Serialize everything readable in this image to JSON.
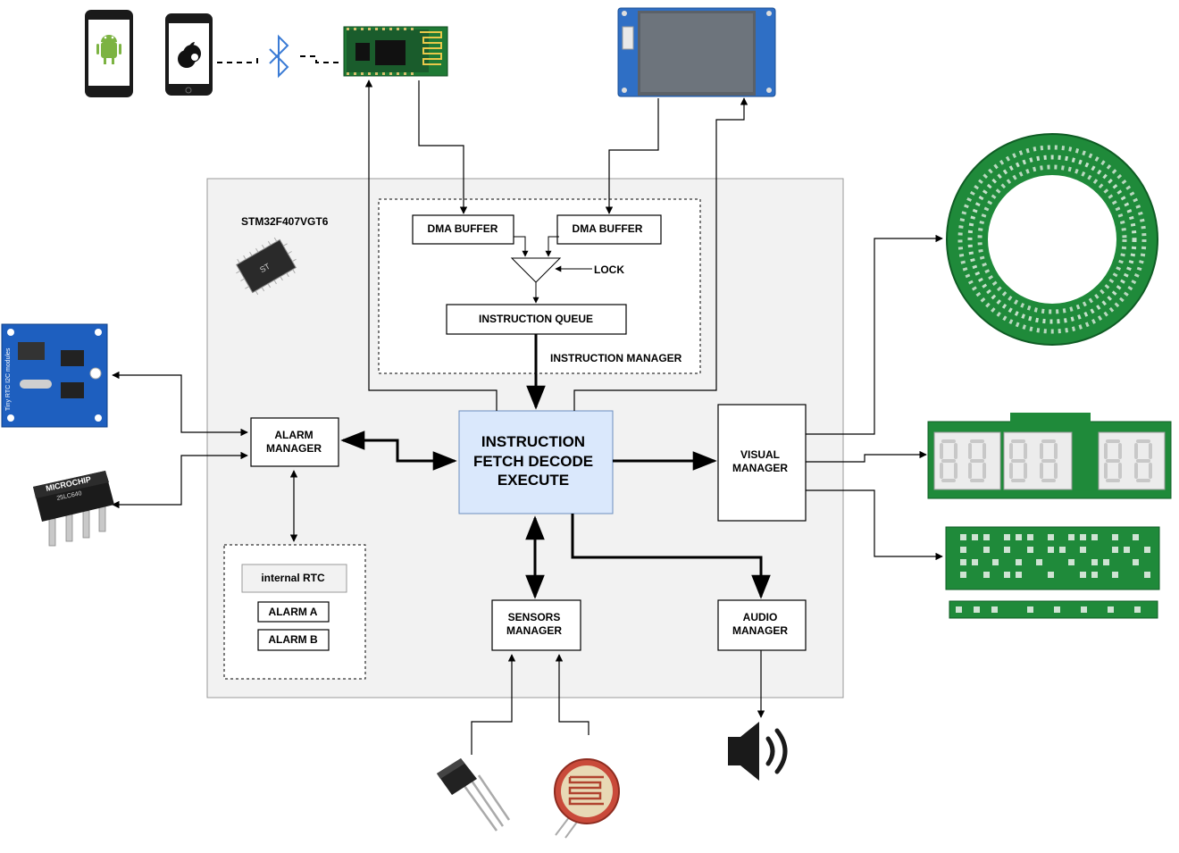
{
  "mcu": {
    "part_number": "STM32F407VGT6",
    "chip_mark": "ST"
  },
  "blocks": {
    "dma_buffer_1": "DMA BUFFER",
    "dma_buffer_2": "DMA BUFFER",
    "lock": "LOCK",
    "instruction_queue": "INSTRUCTION QUEUE",
    "instruction_manager": "INSTRUCTION MANAGER",
    "alarm_manager": [
      "ALARM",
      "MANAGER"
    ],
    "core": [
      "INSTRUCTION",
      "FETCH DECODE",
      "EXECUTE"
    ],
    "visual_manager": [
      "VISUAL",
      "MANAGER"
    ],
    "sensors_manager": [
      "SENSORS",
      "MANAGER"
    ],
    "audio_manager": [
      "AUDIO",
      "MANAGER"
    ],
    "internal_rtc": "internal RTC",
    "alarm_a": "ALARM A",
    "alarm_b": "ALARM B"
  },
  "peripherals": {
    "rtc_module": "Tiny RTC  I2C modules",
    "eeprom_brand": "MICROCHIP",
    "eeprom_part": "25LC640"
  },
  "colors": {
    "mcu_background": "#f2f2f2",
    "core_fill": "#dae8fc",
    "core_stroke": "#6c8ebf",
    "pcb_green": "#1f8a3a",
    "pcb_blue": "#1e5fbf"
  },
  "icons": [
    "android-phone-icon",
    "apple-phone-icon",
    "bluetooth-icon",
    "speaker-icon"
  ]
}
